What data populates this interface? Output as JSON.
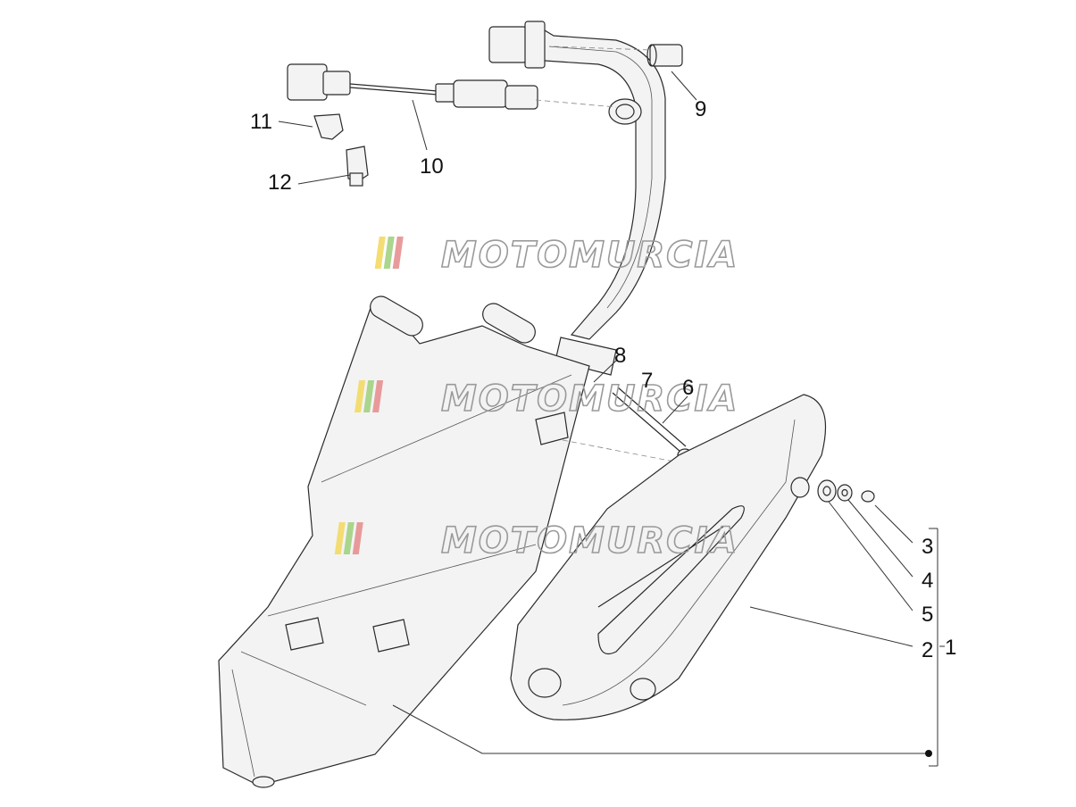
{
  "watermark": {
    "text": "MOTOMURCIA",
    "stripe_colors": [
      "#f2d75a",
      "#9ccf7a",
      "#e58a8a"
    ]
  },
  "callouts": [
    {
      "id": "1",
      "label": "1"
    },
    {
      "id": "2",
      "label": "2"
    },
    {
      "id": "3",
      "label": "3"
    },
    {
      "id": "4",
      "label": "4"
    },
    {
      "id": "5",
      "label": "5"
    },
    {
      "id": "6",
      "label": "6"
    },
    {
      "id": "7",
      "label": "7"
    },
    {
      "id": "8",
      "label": "8"
    },
    {
      "id": "9",
      "label": "9"
    },
    {
      "id": "10",
      "label": "10"
    },
    {
      "id": "11",
      "label": "11"
    },
    {
      "id": "12",
      "label": "12"
    }
  ]
}
